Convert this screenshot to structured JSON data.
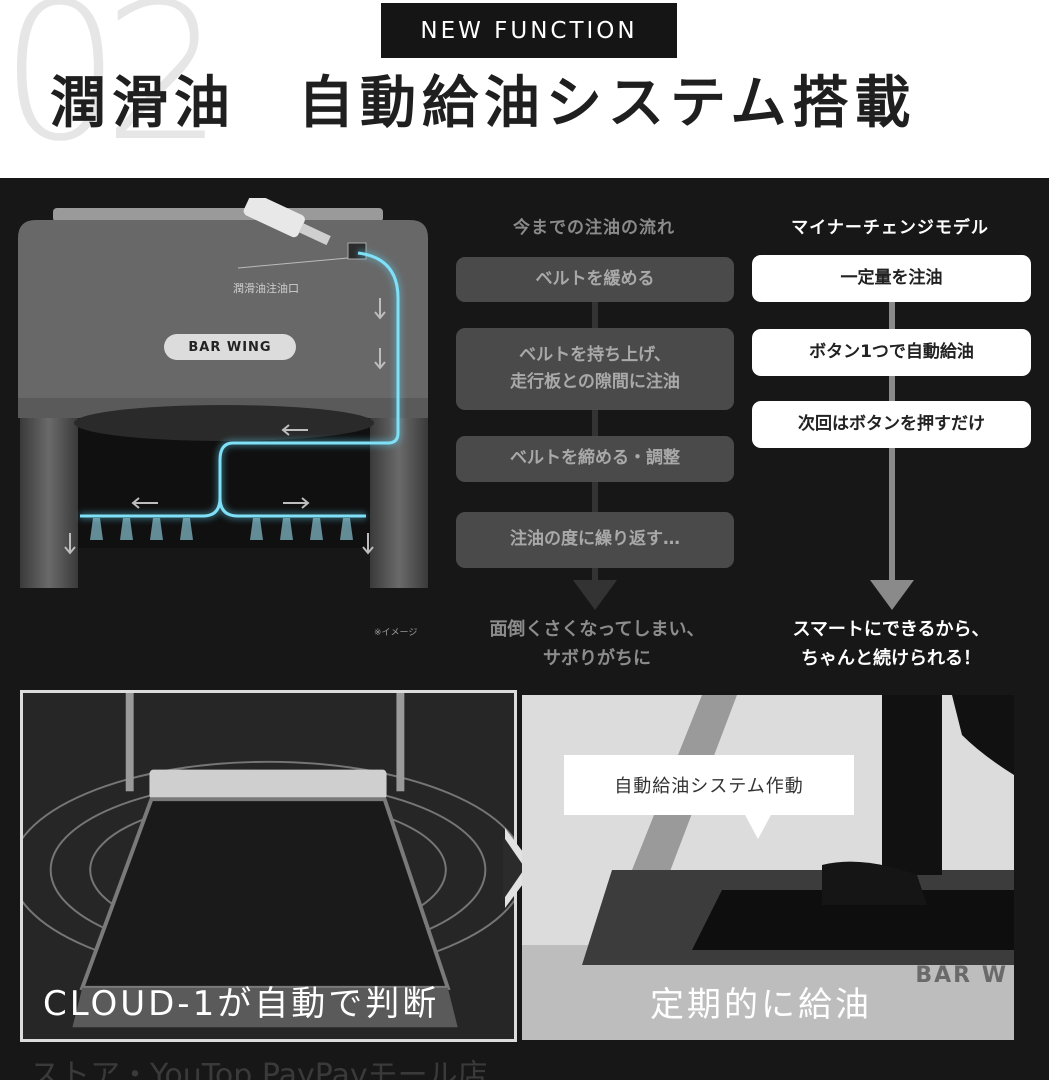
{
  "header": {
    "number": "02",
    "tag": "NEW FUNCTION",
    "title": "潤滑油　自動給油システム搭載"
  },
  "illustration": {
    "oil_port_label": "潤滑油注油口",
    "brand": "BAR WING",
    "image_note": "※イメージ"
  },
  "flow_old": {
    "heading": "今までの注油の流れ",
    "steps": [
      "ベルトを緩める",
      "ベルトを持ち上げ、\n走行板との隙間に注油",
      "ベルトを締める・調整",
      "注油の度に繰り返す…"
    ],
    "outcome": "面倒くさくなってしまい、\nサボりがちに"
  },
  "flow_new": {
    "heading": "マイナーチェンジモデル",
    "steps": [
      "一定量を注油",
      "ボタン1つで自動給油",
      "次回はボタンを押すだけ"
    ],
    "outcome": "スマートにできるから、\nちゃんと続けられる！"
  },
  "photos": {
    "left_caption": "CLOUD-1が自動で判断",
    "right_caption": "定期的に給油",
    "speech": "自動給油システム作動",
    "right_brand": "BAR W"
  },
  "footer_cut_text": "ストア・YouTop PayPayモール店",
  "colors": {
    "panel": "#171717",
    "oil_line": "#5fd3f0",
    "old_step": "#4a4a4a",
    "new_step": "#ffffff"
  }
}
